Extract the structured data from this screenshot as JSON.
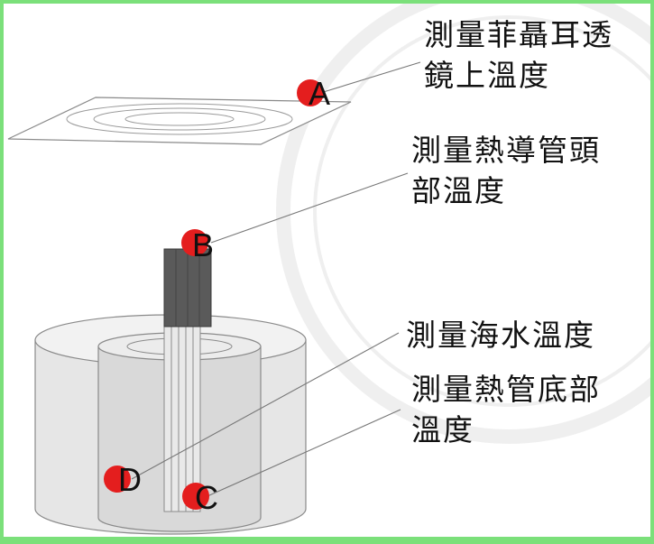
{
  "labels": {
    "fresnel_lens": "測量菲聶耳透\n鏡上溫度",
    "heat_pipe_head": "測量熱導管頭\n部溫度",
    "seawater": "測量海水溫度",
    "heat_pipe_bottom": "測量熱管底部\n溫度"
  },
  "points": {
    "a": "A",
    "b": "B",
    "c": "C",
    "d": "D"
  },
  "colors": {
    "marker": "#e41e1e",
    "heat_pipe": "#5a5a5a",
    "container": "#dcdcdc",
    "frame": "#7be07a"
  }
}
